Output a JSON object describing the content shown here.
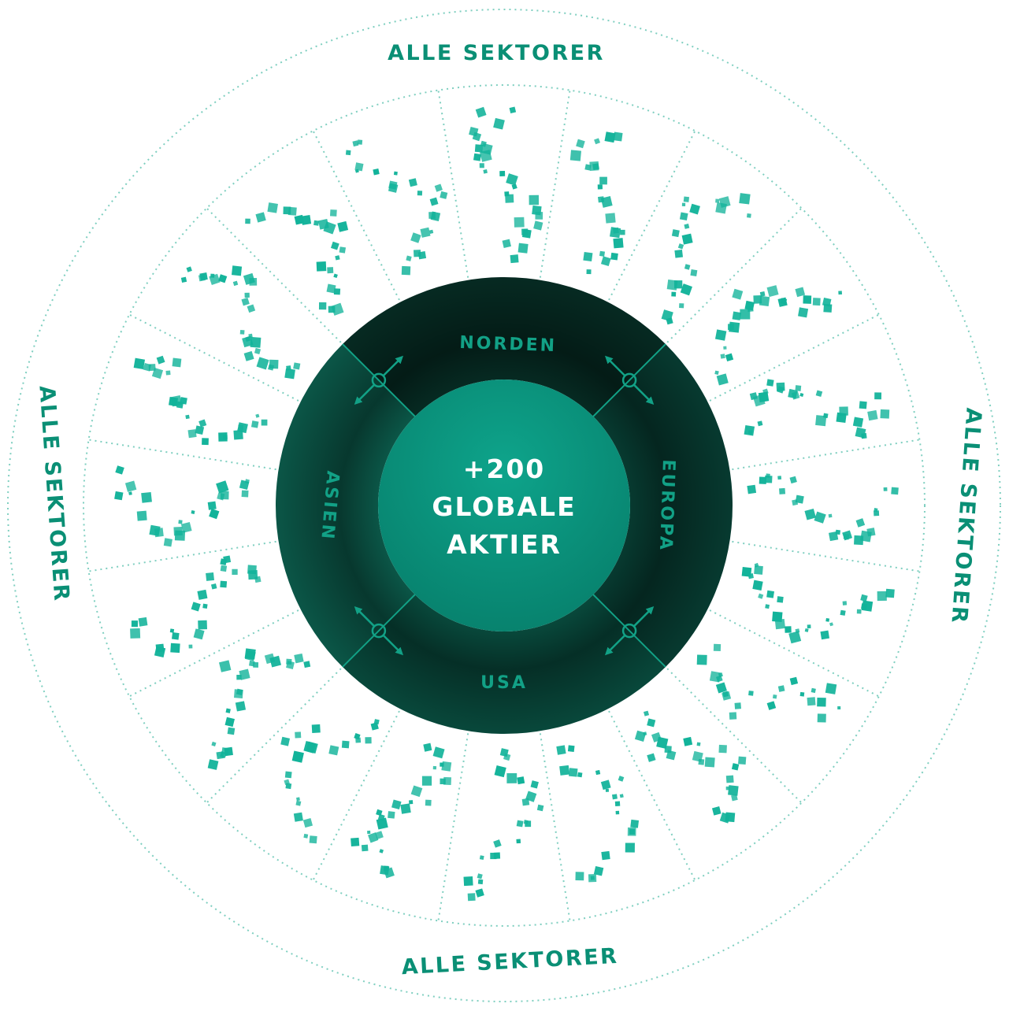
{
  "outer_ring": {
    "labels": {
      "top": "ALLE SEKTORER",
      "bottom": "ALLE SEKTORER",
      "left": "ALLE SEKTORER",
      "right": "ALLE SEKTORER"
    }
  },
  "regions": {
    "top": "NORDEN",
    "right": "EUROPA",
    "bottom": "USA",
    "left": "ASIEN"
  },
  "center": {
    "line1": "+200",
    "line2": "GLOBALE",
    "line3": "AKTIER"
  },
  "colors": {
    "accent": "#12b39a",
    "dotted_line": "#7fcfc0",
    "label_green": "#0a8f75",
    "ring_dark": "#0b4a3d",
    "ring_darkest": "#06271f",
    "center_fill": "#0a9a83"
  }
}
